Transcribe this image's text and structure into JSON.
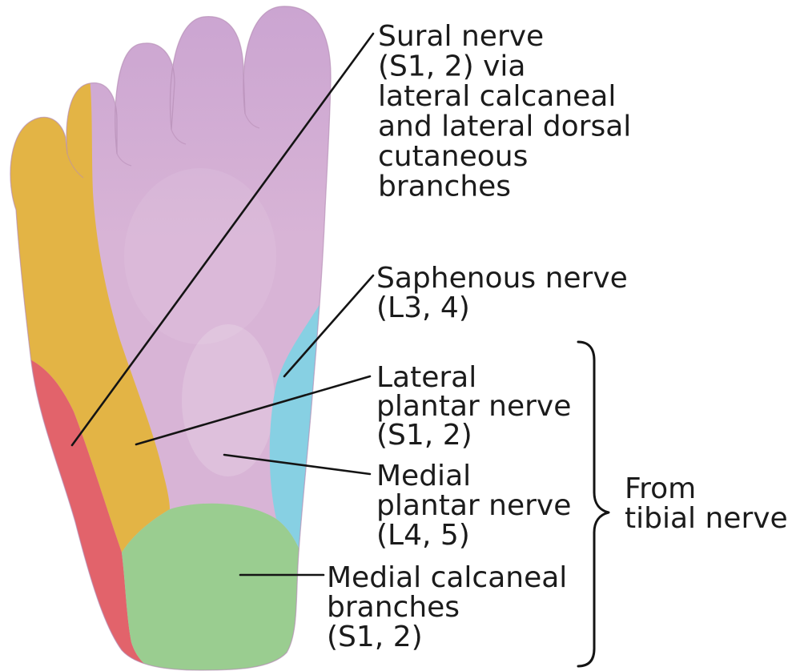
{
  "labels": {
    "sural_nerve": [
      "Sural nerve",
      "(S1, 2) via",
      "lateral calcaneal",
      "and lateral dorsal",
      "cutaneous",
      "branches"
    ],
    "saphenous_nerve": [
      "Saphenous nerve",
      "(L3, 4)"
    ],
    "lateral_plantar_nerve": [
      "Lateral",
      "plantar nerve",
      "(S1, 2)"
    ],
    "medial_plantar_nerve": [
      "Medial",
      "plantar nerve",
      "(L4, 5)"
    ],
    "medial_calcaneal_branches": [
      "Medial calcaneal",
      "branches",
      "(S1, 2)"
    ],
    "tibial_group": [
      "From",
      "tibial nerve"
    ]
  },
  "colors": {
    "medial_plantar_area": "#d8b4d6",
    "lateral_plantar_area": "#e3b445",
    "sural_area": "#e2636b",
    "medial_calcaneal_area": "#9acd90",
    "saphenous_area": "#87d0e3",
    "leader_lines": "#141414",
    "label_text": "#1b1b1b"
  }
}
